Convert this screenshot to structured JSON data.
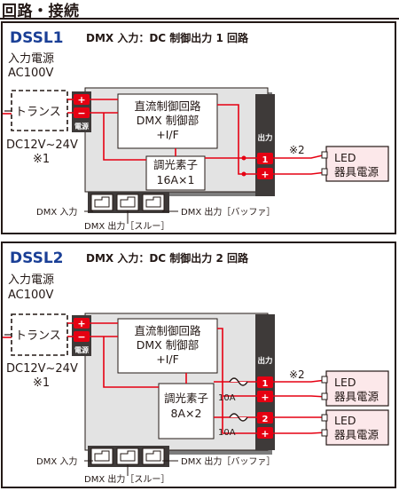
{
  "page_title": "回路・接続",
  "colors": {
    "wire": "#e60012",
    "outline": "#231815",
    "unit_bg": "#e3e3e3",
    "shadow": "#7d7d7d",
    "output_block": "#3e3a39",
    "led_bg": "#fce8ea",
    "model": "#1a3f96"
  },
  "common": {
    "input_power": "入力電源",
    "ac": "AC100V",
    "transformer": "トランス",
    "dc_range": "DC12V~24V",
    "note1": "※1",
    "power": "電源",
    "plus": "+",
    "minus": "−",
    "controller": [
      "直流制御回路",
      "DMX 制御部",
      "+I/F"
    ],
    "output": "出力",
    "note2": "※2",
    "led": [
      "LED",
      "器具電源"
    ],
    "dmx_in": "DMX 入力",
    "dmx_thru": "DMX 出力［スルー］",
    "dmx_buffer": "DMX 出力［バッファ］"
  },
  "panels": [
    {
      "model": "DSSL1",
      "subtitle": "DMX 入力：DC 制御出力 1 回路",
      "dimmer": [
        "調光素子",
        "16A×1"
      ],
      "channels": [
        "1"
      ],
      "fuse": null
    },
    {
      "model": "DSSL2",
      "subtitle": "DMX 入力：DC 制御出力 2 回路",
      "dimmer": [
        "調光素子",
        "8A×2"
      ],
      "channels": [
        "1",
        "2"
      ],
      "fuse": "10A"
    }
  ]
}
